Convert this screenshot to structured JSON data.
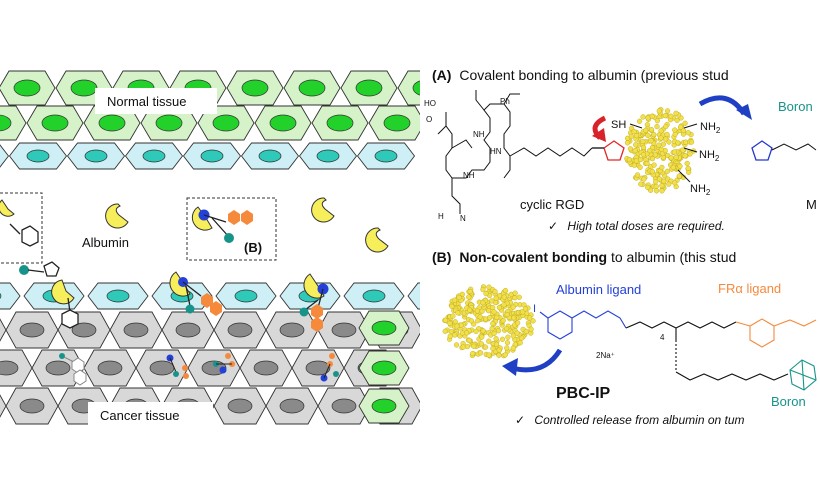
{
  "left_panel": {
    "normal_tissue_label": "Normal tissue",
    "albumin_label": "Albumin",
    "box_b_label": "(B)",
    "cancer_tissue_label": "Cancer tissue"
  },
  "panel_a": {
    "heading_prefix": "(A)",
    "heading_text": "Covalent bonding to albumin (previous stud",
    "compound_left": "cyclic RGD",
    "compound_right_partial": "M",
    "boron_partial": "Boron",
    "note_check": "✓",
    "note": "High total doses are required.",
    "atoms": {
      "sh": "SH",
      "nh2_1": "NH",
      "nh2_2": "NH",
      "nh2_3": "NH",
      "sub2": "2",
      "ho": "HO",
      "o": "O",
      "ph": "Ph",
      "nh": "NH",
      "hn": "HN",
      "h2n": "H",
      "n": "N",
      "h": "H"
    }
  },
  "panel_b": {
    "heading_prefix": "(B)",
    "heading_bold": "Non-covalent bonding",
    "heading_rest": " to albumin (this stud",
    "albumin_ligand_label": "Albumin ligand",
    "fra_ligand_label": "FRα ligand",
    "counter_ion": "2Na⁺",
    "compound_name": "PBC-IP",
    "boron_partial": "Boron",
    "iodine": "I",
    "n4": "4",
    "note_check": "✓",
    "note": "Controlled release from albumin on tum"
  },
  "colors": {
    "normal_cell_fill": "#d6f2c8",
    "nucleus_green": "#22d22a",
    "endothelial_fill": "#cdeff5",
    "endothelial_nucleus": "#2ec9b8",
    "cancer_cell_fill": "#d8d8d8",
    "cancer_nucleus": "#8a8a8a",
    "albumin_yellow": "#f6ee5a",
    "ligand_blue": "#2440d8",
    "boron_orange": "#f58a3c",
    "teal": "#17948a",
    "arrow_red": "#d8232a",
    "arrow_blue": "#1f3fc4",
    "maleimide_red": "#e02828",
    "maleimide_blue": "#2238d0"
  }
}
